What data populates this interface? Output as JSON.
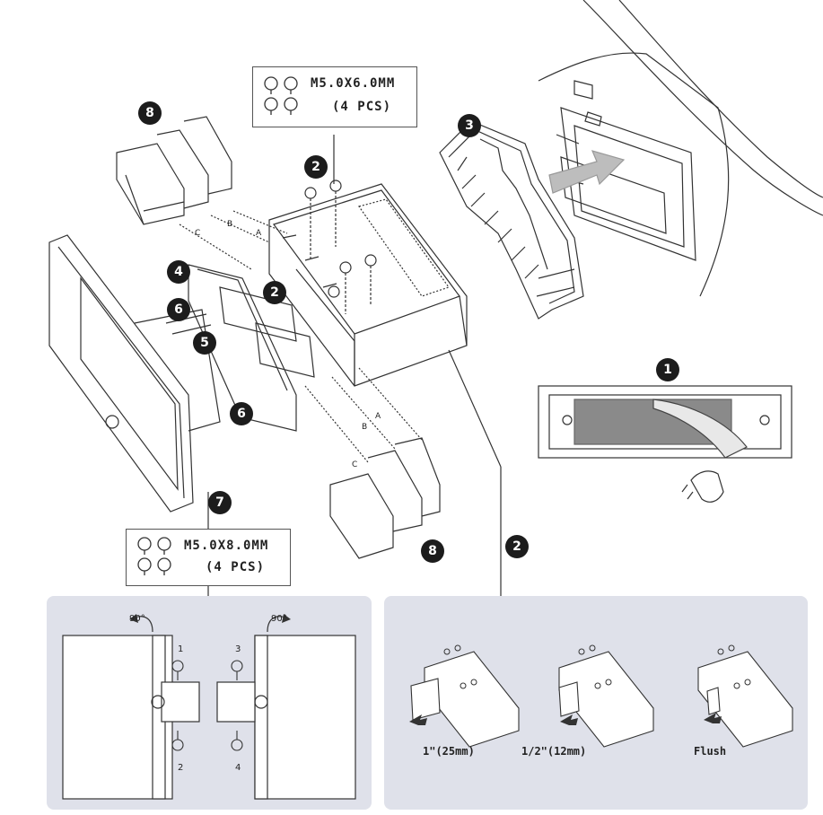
{
  "callouts": {
    "c1": "1",
    "c2_top": "2",
    "c2_mid": "2",
    "c2_right": "2",
    "c3": "3",
    "c4": "4",
    "c5": "5",
    "c6_top": "6",
    "c6_bottom": "6",
    "c7": "7",
    "c8_top": "8",
    "c8_bottom": "8"
  },
  "screws_top": {
    "spec": "M5.0X6.0MM",
    "qty": "(4 PCS)"
  },
  "screws_bottom": {
    "spec": "M5.0X8.0MM",
    "qty": "(4 PCS)"
  },
  "rotation": {
    "left": "90°",
    "right": "90°"
  },
  "bracket_steps": {
    "s1": "1",
    "s2": "2",
    "s3": "3",
    "s4": "4"
  },
  "spacer_labels": {
    "c": "C",
    "b": "B",
    "a": "A",
    "c2": "C",
    "b2": "B",
    "a2": "A"
  },
  "depth_options": [
    {
      "label": "1\"(25mm)"
    },
    {
      "label": "1/2\"(12mm)"
    },
    {
      "label": "Flush"
    }
  ],
  "colors": {
    "panel": "#dfe1ea",
    "callout": "#1c1c1c",
    "arrow": "#bdbdbd",
    "pad": "#8a8a8a"
  }
}
